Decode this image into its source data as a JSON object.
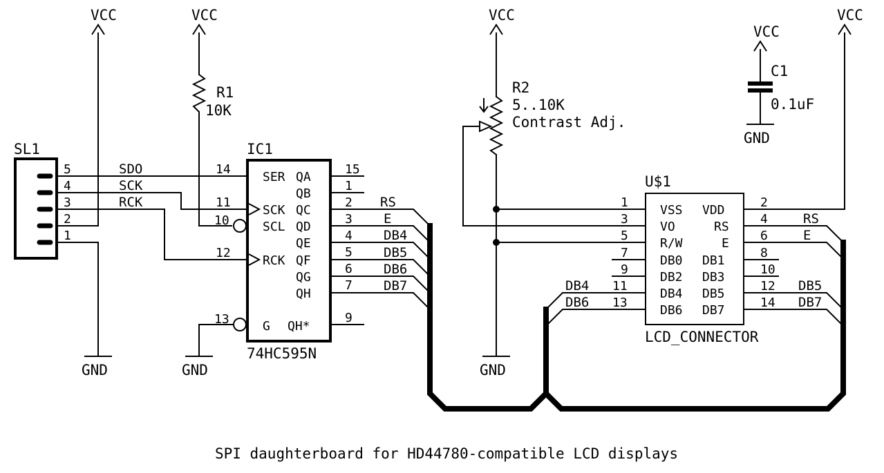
{
  "title": "SPI daughterboard for HD44780-compatible LCD displays",
  "power": {
    "vcc": "VCC",
    "gnd": "GND"
  },
  "sl1": {
    "name": "SL1",
    "pins": [
      "5",
      "4",
      "3",
      "2",
      "1"
    ],
    "nets": [
      "SDO",
      "SCK",
      "RCK"
    ]
  },
  "r1": {
    "name": "R1",
    "value": "10K"
  },
  "ic1": {
    "name": "IC1",
    "part": "74HC595N",
    "left_pins": [
      {
        "num": "14",
        "label": "SER"
      },
      {
        "num": "11",
        "label": "SCK"
      },
      {
        "num": "10",
        "label": "SCL"
      },
      {
        "num": "12",
        "label": "RCK"
      },
      {
        "num": "13",
        "label": "G"
      }
    ],
    "right_pins": [
      {
        "num": "15",
        "label": "QA"
      },
      {
        "num": "1",
        "label": "QB"
      },
      {
        "num": "2",
        "label": "QC"
      },
      {
        "num": "3",
        "label": "QD"
      },
      {
        "num": "4",
        "label": "QE"
      },
      {
        "num": "5",
        "label": "QF"
      },
      {
        "num": "6",
        "label": "QG"
      },
      {
        "num": "7",
        "label": "QH"
      },
      {
        "num": "9",
        "label": "QH*"
      }
    ],
    "nets": [
      "RS",
      "E",
      "DB4",
      "DB5",
      "DB6",
      "DB7"
    ]
  },
  "r2": {
    "name": "R2",
    "value": "5..10K",
    "note": "Contrast Adj."
  },
  "c1": {
    "name": "C1",
    "value": "0.1uF"
  },
  "lcd": {
    "name": "U$1",
    "part": "LCD_CONNECTOR",
    "left_pins": [
      {
        "num": "1",
        "label": "VSS"
      },
      {
        "num": "3",
        "label": "VO"
      },
      {
        "num": "5",
        "label": "R/W"
      },
      {
        "num": "7",
        "label": "DB0"
      },
      {
        "num": "9",
        "label": "DB2"
      },
      {
        "num": "11",
        "label": "DB4"
      },
      {
        "num": "13",
        "label": "DB6"
      }
    ],
    "right_pins": [
      {
        "num": "2",
        "label": "VDD"
      },
      {
        "num": "4",
        "label": "RS"
      },
      {
        "num": "6",
        "label": "E"
      },
      {
        "num": "8",
        "label": "DB1"
      },
      {
        "num": "10",
        "label": "DB3"
      },
      {
        "num": "12",
        "label": "DB5"
      },
      {
        "num": "14",
        "label": "DB7"
      }
    ],
    "left_nets": [
      "DB4",
      "DB6"
    ],
    "right_nets": [
      "RS",
      "E",
      "DB5",
      "DB7"
    ]
  }
}
